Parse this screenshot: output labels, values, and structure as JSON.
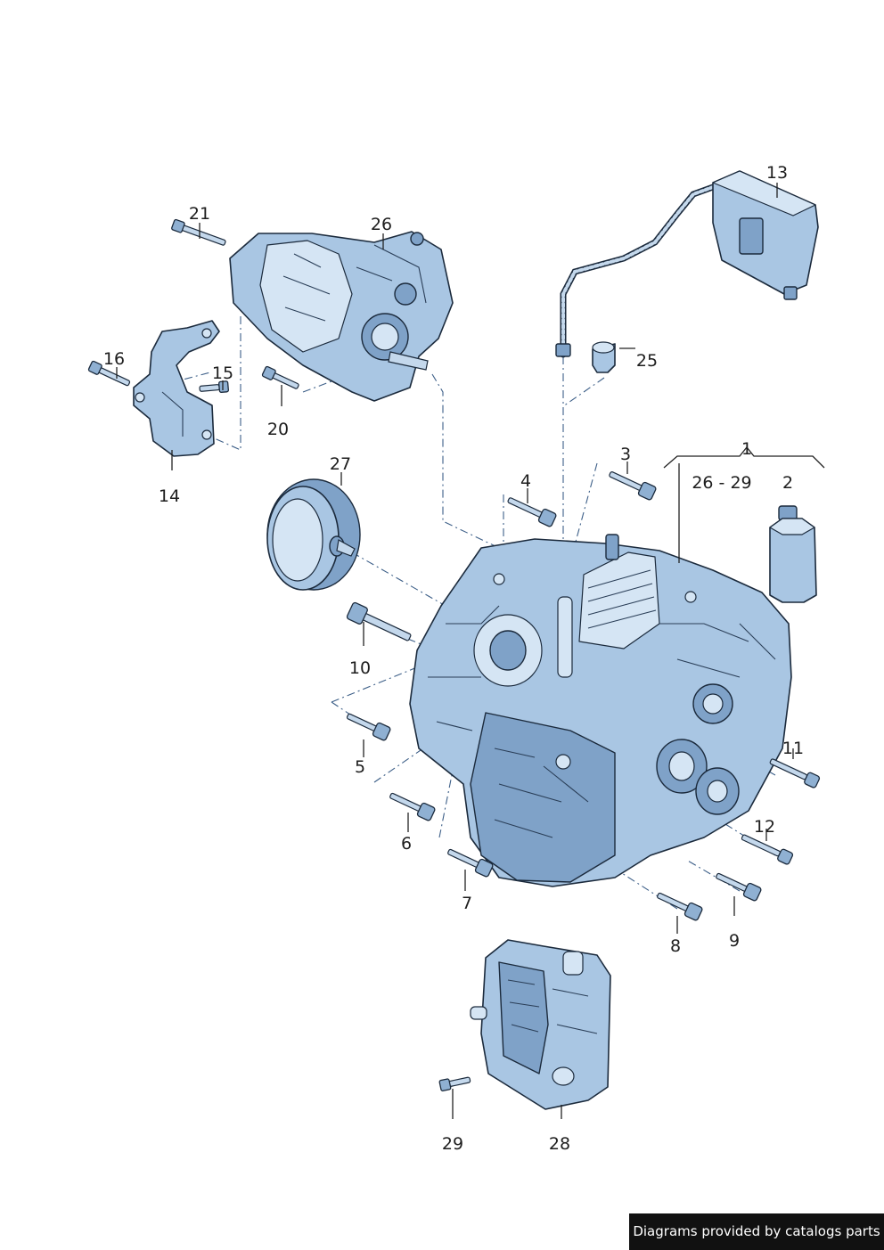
{
  "callouts": {
    "c1": "1",
    "c2": "2",
    "c3": "3",
    "c4": "4",
    "c5": "5",
    "c6": "6",
    "c7": "7",
    "c8": "8",
    "c9": "9",
    "c10": "10",
    "c11": "11",
    "c12": "12",
    "c13": "13",
    "c14": "14",
    "c15": "15",
    "c16": "16",
    "c20": "20",
    "c21": "21",
    "c25": "25",
    "c26": "26",
    "c27": "27",
    "c28": "28",
    "c29": "29",
    "range": "26 - 29"
  },
  "credit": "Diagrams provided by catalogs parts",
  "colors": {
    "part_fill": "#a9c6e3",
    "part_outline": "#1b2a3c",
    "dash_line": "#3d5f88",
    "credit_bg": "#111111"
  }
}
